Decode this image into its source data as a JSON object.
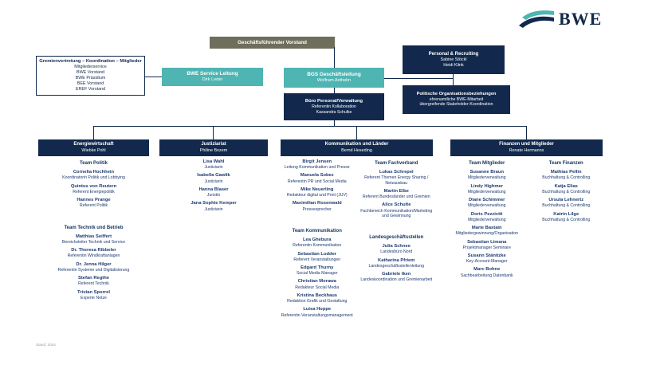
{
  "logo": {
    "text": "BWE"
  },
  "footer": {
    "note": "Stand: 2024"
  },
  "top": {
    "vorstand": "Geschäftsführender Vorstand",
    "gremien": {
      "title": "Gremienvertretung – Koordination – Mitglieder",
      "lines": [
        "Mitgliederservice",
        "BWE Vorstand",
        "BWE Präsidium",
        "BEE Vorstand",
        "EREF Vorstand"
      ]
    },
    "service": {
      "line1": "BWE Service Leitung",
      "line2": "Dirk Leder"
    },
    "bgs": {
      "line1": "BGS Geschäftsleitung",
      "line2": "Wolfram Axthelm"
    },
    "personal": {
      "line1": "Personal & Recruiting",
      "line2": "Sabine Stöckl",
      "line3": "Heidi Klink"
    },
    "politik": {
      "line1": "Politische Organisationsbeziehungen",
      "line2": "ehrenamtliche BWE-Mitarbeit",
      "line3": "übergreifende Stakeholder-Koordination"
    },
    "buero": {
      "line1": "Büro Personal/Verwaltung",
      "line2": "Referentin Kollaboration",
      "line3": "Kassandra Schulke"
    }
  },
  "columns": [
    {
      "title": "Energiewirtschaft",
      "lead": "Wiebke Pohl",
      "subcolumns": [
        {
          "entries": [
            {
              "team": "Team Politik"
            },
            {
              "name": "Cornelia Hochhein",
              "role": "Koordinatorin Politik und Lobbying"
            },
            {
              "name": "Quintus von Reutern",
              "role": "Referent Energiepolitik"
            },
            {
              "name": "Hannes Prange",
              "role": "Referent Politik"
            },
            {
              "spacer": true
            },
            {
              "team": "Team Technik und Betrieb"
            },
            {
              "name": "Matthias Seiffert",
              "role": "Bereichsleiter Technik und Service"
            },
            {
              "name": "Dr. Theresa Ribbeler",
              "role": "Referentin Windkraftanlagen"
            },
            {
              "name": "Dr. Jenna Hilger",
              "role": "Referentin Systeme und Digitalisierung"
            },
            {
              "name": "Stefan Regthe",
              "role": "Referent Technik"
            },
            {
              "name": "Tristan Sporrel",
              "role": "Experte Netze"
            }
          ]
        }
      ]
    },
    {
      "title": "Justiziariat",
      "lead": "Philine Bozem",
      "subcolumns": [
        {
          "entries": [
            {
              "name": "Lisa Wahl",
              "role": "Justiziarin"
            },
            {
              "name": "Isabella Gawlik",
              "role": "Justiziarin"
            },
            {
              "name": "Hanna Blaser",
              "role": "Juristin"
            },
            {
              "name": "Jana Sophie Kemper",
              "role": "Justiziarin"
            }
          ]
        }
      ]
    },
    {
      "title": "Kommunikation und Länder",
      "lead": "Bernd Heseding",
      "subcolumns": [
        {
          "entries": [
            {
              "name": "Birgit Jensen",
              "role": "Leitung Kommunikation und Presse"
            },
            {
              "name": "Manuela Sobez",
              "role": "Referentin PR und Social Media"
            },
            {
              "name": "Mike Neuerling",
              "role": "Redakteur digital und Print (JUV)"
            },
            {
              "name": "Maximilian Rosenwald",
              "role": "Pressesprecher"
            },
            {
              "spacer": true
            },
            {
              "team": "Team Kommunikation"
            },
            {
              "name": "Lea Ghebura",
              "role": "Referentin Kommunikation"
            },
            {
              "name": "Sebastian Ludder",
              "role": "Referent Veranstaltungen"
            },
            {
              "name": "Edgard Thurny",
              "role": "Social Media Manager"
            },
            {
              "name": "Christian Morawa",
              "role": "Redakteur Social Media"
            },
            {
              "name": "Kristina Beckhaus",
              "role": "Redaktion Grafik und Gestaltung"
            },
            {
              "name": "Luisa Hoppe",
              "role": "Referentin Veranstaltungsmanagement"
            }
          ]
        },
        {
          "entries": [
            {
              "team": "Team Fachverband"
            },
            {
              "name": "Lukas Schrepel",
              "role": "Referent Themen Energy Sharing / Netzausbau"
            },
            {
              "name": "Martin Elbe",
              "role": "Referent Bundesländer und Gremien"
            },
            {
              "name": "Alice Schulte",
              "role": "Fachbereich Kommunikation/Marketing und Gewinnung"
            },
            {
              "spacer": true
            },
            {
              "team": "Landesgeschäftsstellen"
            },
            {
              "name": "Julia Schnee",
              "role": "Landesbüro Nord"
            },
            {
              "name": "Katharina Pfriem",
              "role": "Landesgeschäftsstellenleitung"
            },
            {
              "name": "Gabriele Iken",
              "role": "Landeskoordination und Gremienarbeit"
            }
          ]
        }
      ]
    },
    {
      "title": "Finanzen und Mitglieder",
      "lead": "Renate Hermanns",
      "subcolumns": [
        {
          "entries": [
            {
              "team": "Team Mitglieder"
            },
            {
              "name": "Susanne Braun",
              "role": "Mitgliederverwaltung"
            },
            {
              "name": "Lindy Highmer",
              "role": "Mitgliederverwaltung"
            },
            {
              "name": "Diane Schimmer",
              "role": "Mitgliederverwaltung"
            },
            {
              "name": "Doris Pezzictti",
              "role": "Mitgliederverwaltung"
            },
            {
              "name": "Marie Bastain",
              "role": "Mitgliedergewinnung/Organisation"
            },
            {
              "name": "Sebastian Limana",
              "role": "Projektmanager Seminare"
            },
            {
              "name": "Susann Stänitzke",
              "role": "Key-Account-Manager"
            },
            {
              "name": "Marc Bohne",
              "role": "Sachbearbeitung Datenbank"
            }
          ]
        },
        {
          "entries": [
            {
              "team": "Team Finanzen"
            },
            {
              "name": "Mathias Pellin",
              "role": "Buchhaltung & Controlling"
            },
            {
              "name": "Katja Elias",
              "role": "Buchhaltung & Controlling"
            },
            {
              "name": "Ursula Lehnertz",
              "role": "Buchhaltung & Controlling"
            },
            {
              "name": "Katrin Lilge",
              "role": "Buchhaltung & Controlling"
            }
          ]
        }
      ]
    }
  ]
}
